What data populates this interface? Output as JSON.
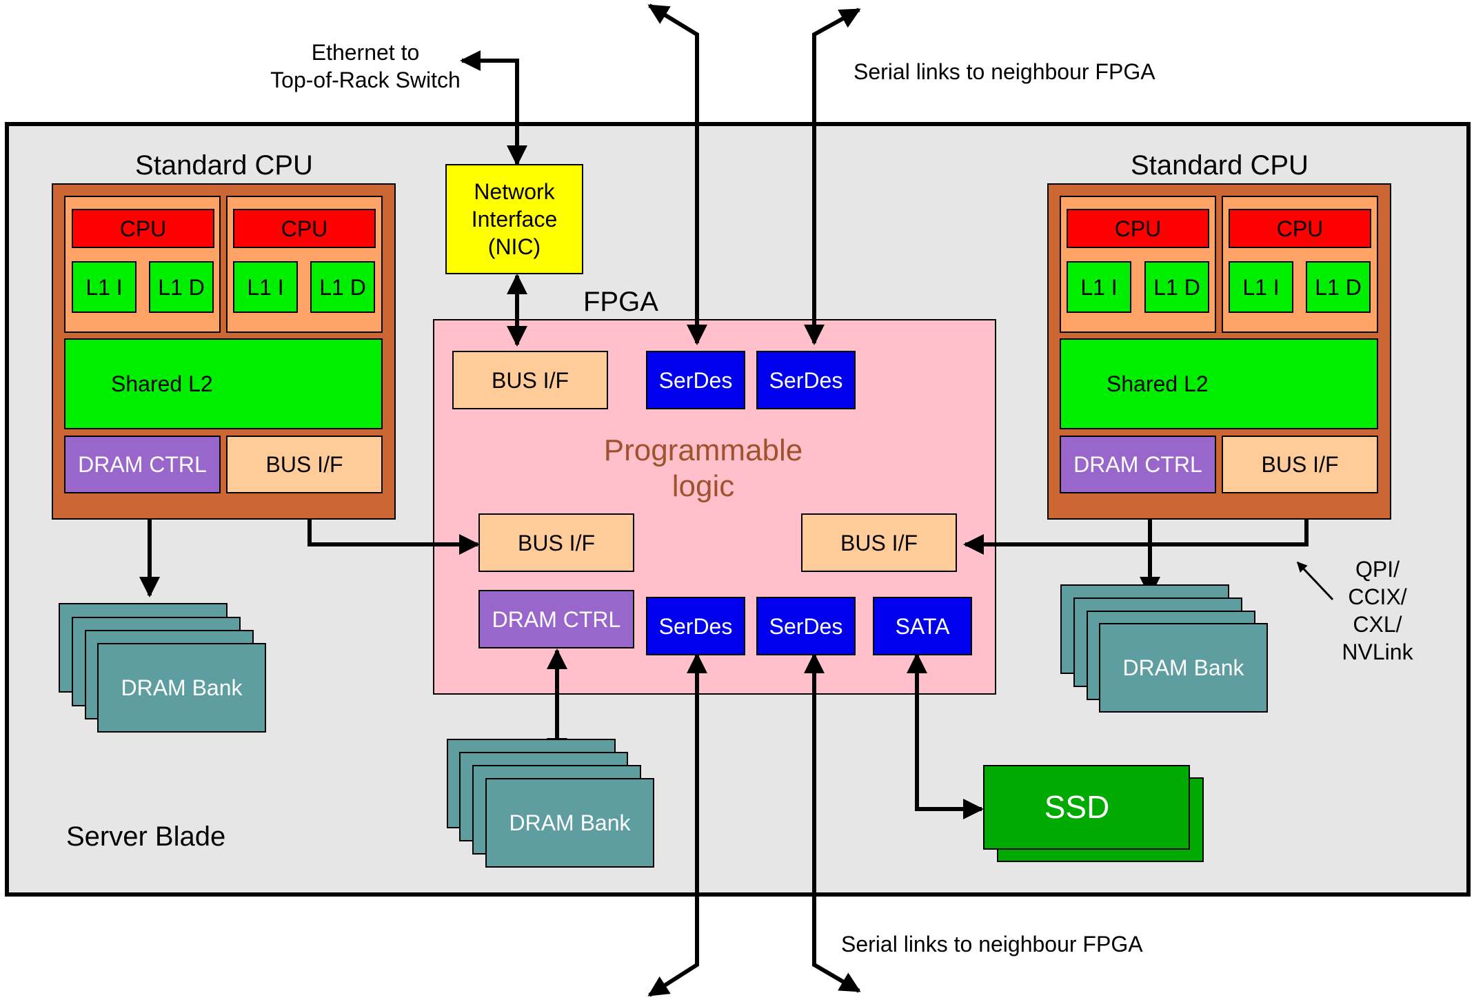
{
  "labels": {
    "ethernet": [
      "Ethernet to",
      "Top-of-Rack Switch"
    ],
    "serial_top": "Serial links to neighbour FPGA",
    "serial_bottom": "Serial links to neighbour FPGA",
    "server_blade": "Server Blade",
    "fpga": "FPGA",
    "programmable": [
      "Programmable",
      "logic"
    ],
    "interconnect": [
      "QPI/",
      "CCIX/",
      "CXL/",
      "NVLink"
    ]
  },
  "cpu_left": {
    "title": "Standard CPU",
    "cpu1": "CPU",
    "cpu2": "CPU",
    "l1i_1": "L1 I",
    "l1d_1": "L1 D",
    "l1i_2": "L1 I",
    "l1d_2": "L1 D",
    "shared_l2": "Shared L2",
    "dram_ctrl": "DRAM CTRL",
    "bus_if": "BUS I/F"
  },
  "cpu_right": {
    "title": "Standard CPU",
    "cpu1": "CPU",
    "cpu2": "CPU",
    "l1i_1": "L1 I",
    "l1d_1": "L1 D",
    "l1i_2": "L1 I",
    "l1d_2": "L1 D",
    "shared_l2": "Shared L2",
    "dram_ctrl": "DRAM CTRL",
    "bus_if": "BUS I/F"
  },
  "nic": [
    "Network",
    "Interface",
    "(NIC)"
  ],
  "fpga_blocks": {
    "bus_if_top": "BUS I/F",
    "serdes_top_1": "SerDes",
    "serdes_top_2": "SerDes",
    "bus_if_left": "BUS I/F",
    "bus_if_right": "BUS I/F",
    "dram_ctrl": "DRAM CTRL",
    "serdes_bot_1": "SerDes",
    "serdes_bot_2": "SerDes",
    "sata": "SATA"
  },
  "dram_banks": {
    "left": "DRAM Bank",
    "center": "DRAM Bank",
    "right": "DRAM Bank"
  },
  "ssd": "SSD",
  "colors": {
    "blade_bg": "#e6e6e6",
    "cpu_frame": "#cc6633",
    "core_bg": "#ffa366",
    "cpu": "#ff0000",
    "cache": "#00ee00",
    "dram_ctrl": "#9966cc",
    "bus_if": "#ffcc99",
    "serdes": "#0000ee",
    "nic": "#ffff00",
    "fpga": "#ffc0cb",
    "programmable_text": "#a0522d",
    "dram_bank": "#5f9ea0",
    "ssd": "#00aa00"
  }
}
